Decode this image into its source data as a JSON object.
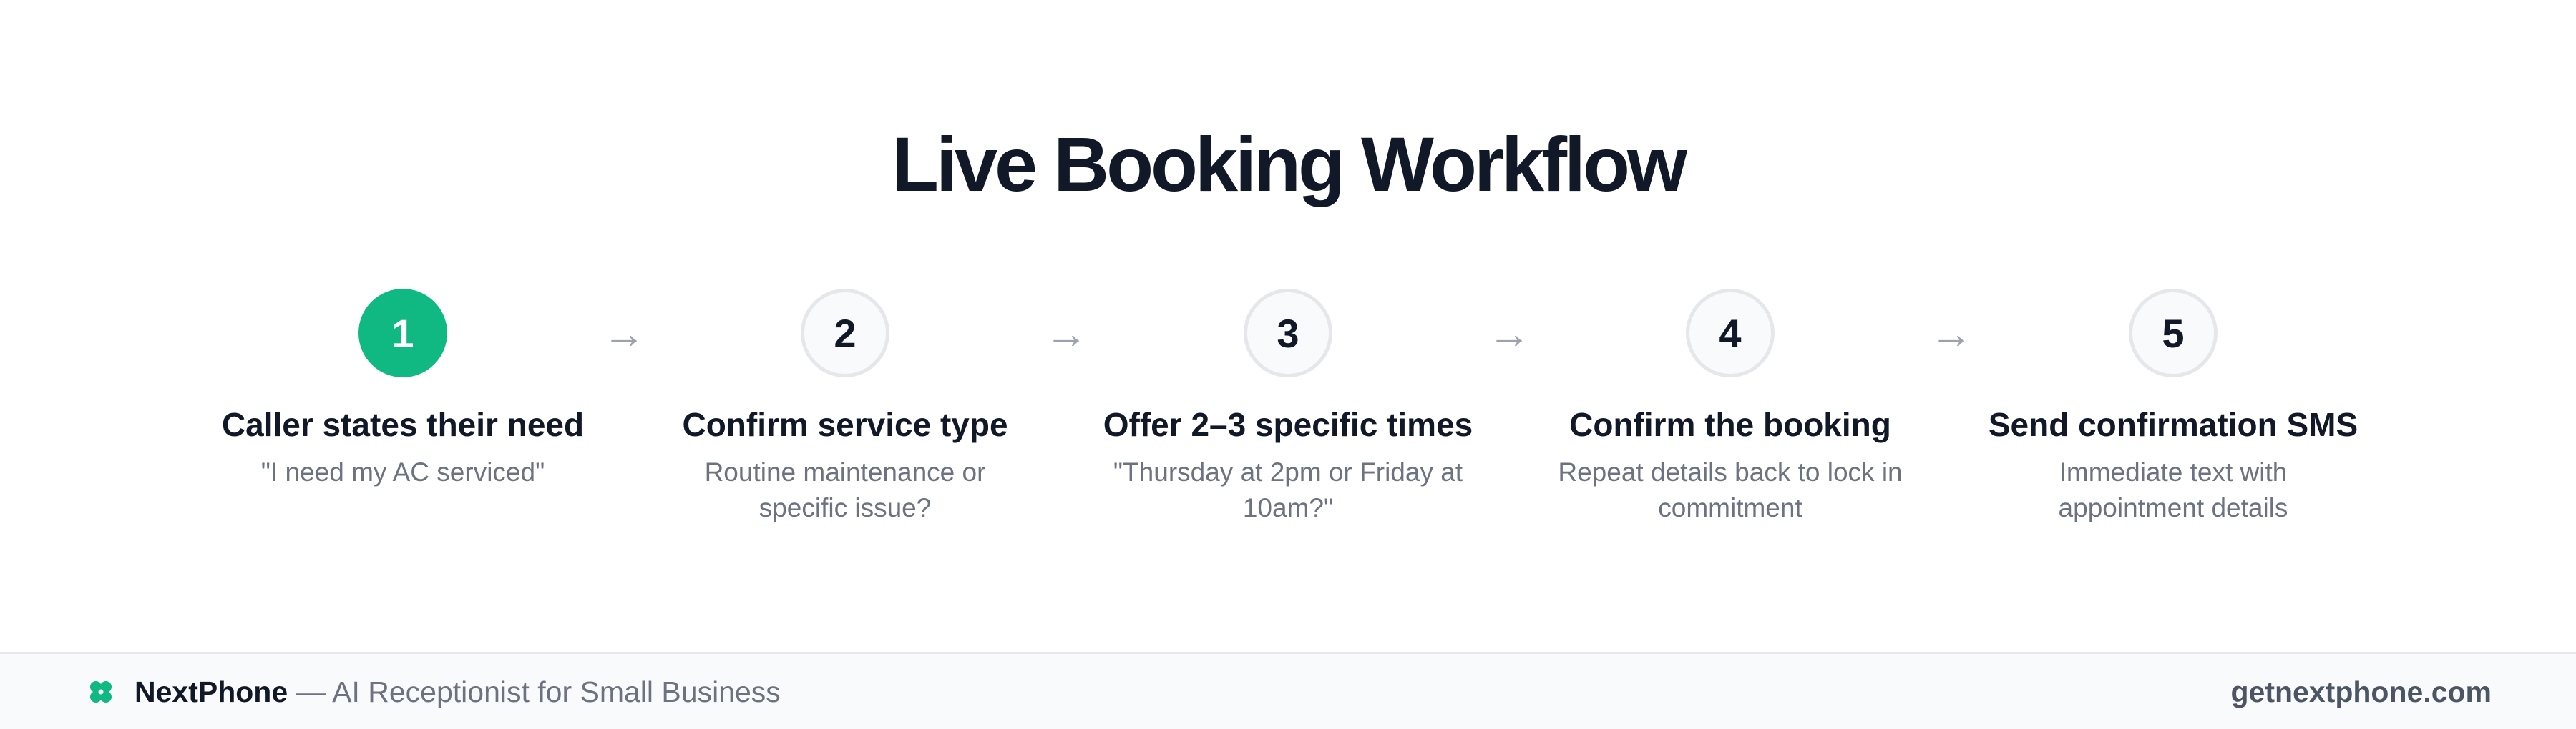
{
  "title": "Live Booking Workflow",
  "accent_color": "#10b981",
  "steps": [
    {
      "number": "1",
      "title": "Caller states their need",
      "description": "\"I need my AC serviced\"",
      "active": true
    },
    {
      "number": "2",
      "title": "Confirm service type",
      "description": "Routine maintenance or specific issue?",
      "active": false
    },
    {
      "number": "3",
      "title": "Offer 2–3 specific times",
      "description": "\"Thursday at 2pm or Friday at 10am?\"",
      "active": false
    },
    {
      "number": "4",
      "title": "Confirm the booking",
      "description": "Repeat details back to lock in commitment",
      "active": false
    },
    {
      "number": "5",
      "title": "Send confirmation SMS",
      "description": "Immediate text with appointment details",
      "active": false
    }
  ],
  "arrow_glyph": "→",
  "footer": {
    "brand_icon": "clover-logo-icon",
    "brand_name": "NextPhone",
    "tagline": "— AI Receptionist for Small Business",
    "url": "getnextphone.com"
  }
}
